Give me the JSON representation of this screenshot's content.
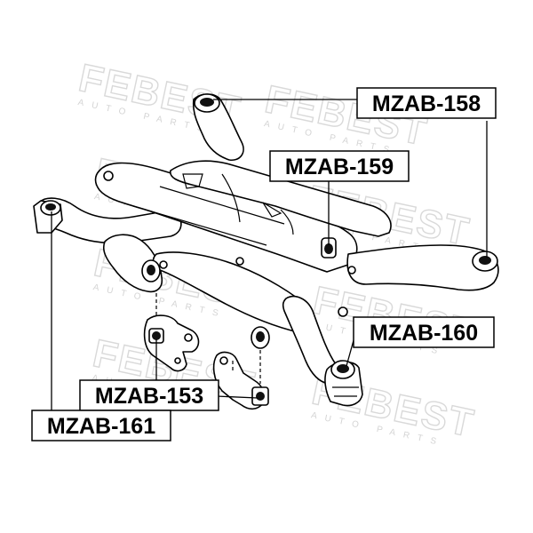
{
  "watermark": {
    "brand": "FEBEST",
    "tagline": "AUTO PARTS"
  },
  "labels": [
    {
      "id": "mzab-158",
      "text": "MZAB-158"
    },
    {
      "id": "mzab-159",
      "text": "MZAB-159"
    },
    {
      "id": "mzab-160",
      "text": "MZAB-160"
    },
    {
      "id": "mzab-153",
      "text": "MZAB-153"
    },
    {
      "id": "mzab-161",
      "text": "MZAB-161"
    }
  ]
}
